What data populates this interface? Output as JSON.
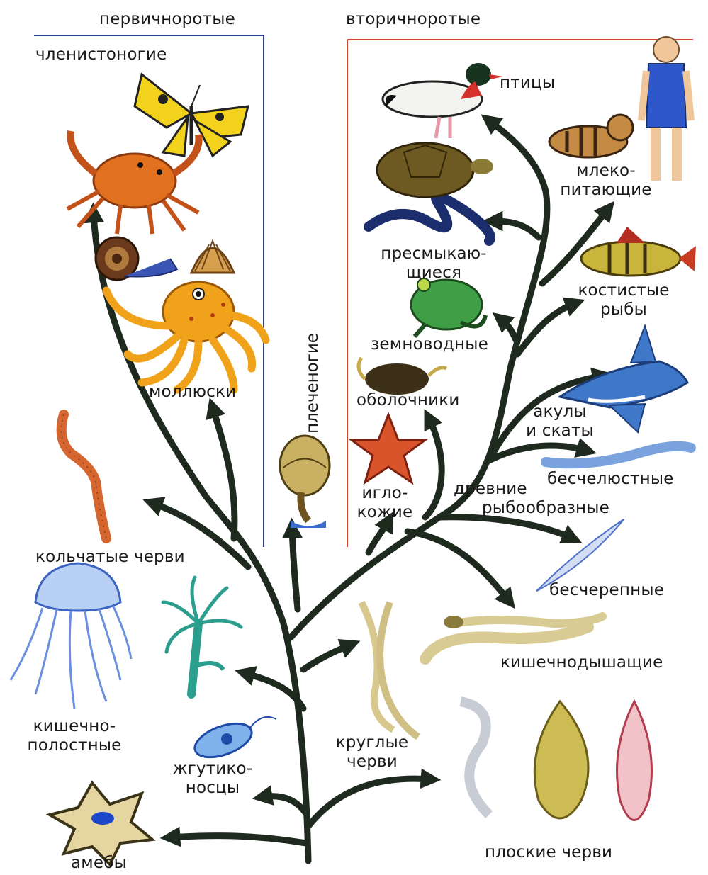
{
  "headers": {
    "protostomes": "первичноротые",
    "deuterostomes": "вторичноротые"
  },
  "labels": {
    "arthropods": "членистоногие",
    "mollusks": "моллюски",
    "brachiopods": "плеченогие",
    "annelids": "кольчатые черви",
    "cnidarians_1": "кишечно-",
    "cnidarians_2": "полостные",
    "flagellates_1": "жгутико-",
    "flagellates_2": "носцы",
    "amoebas": "амебы",
    "roundworms_1": "круглые",
    "roundworms_2": "черви",
    "flatworms": "плоские черви",
    "hemichordates": "кишечнодышащие",
    "cephalochordates": "бесчерепные",
    "echinoderms_1": "игло-",
    "echinoderms_2": "кожие",
    "tunicates": "оболочники",
    "ancient_fish_1": "древние",
    "ancient_fish_2": "рыбообразные",
    "jawless": "бесчелюстные",
    "sharks_1": "акулы",
    "sharks_2": "и скаты",
    "bony_fish_1": "костистые",
    "bony_fish_2": "рыбы",
    "amphibians": "земноводные",
    "reptiles_1": "пресмыкаю-",
    "reptiles_2": "щиеся",
    "birds": "птицы",
    "mammals_1": "млеко-",
    "mammals_2": "питающие"
  },
  "colors": {
    "branch": "#1f2a1f",
    "protostome_line": "#2b3f9e",
    "deuterostome_line": "#d2452a"
  },
  "icons": [
    "butterfly-icon",
    "crab-icon",
    "snail-icon",
    "scallop-icon",
    "octopus-icon",
    "earthworm-icon",
    "brachiopod-icon",
    "jellyfish-icon",
    "hydra-icon",
    "euglena-icon",
    "amoeba-icon",
    "roundworm-icon",
    "flatworm-icon",
    "acorn-worm-icon",
    "lancelet-icon",
    "starfish-icon",
    "sea-squirt-icon",
    "lamprey-icon",
    "shark-icon",
    "perch-icon",
    "frog-icon",
    "snake-icon",
    "turtle-icon",
    "duck-icon",
    "cat-icon",
    "human-icon"
  ]
}
